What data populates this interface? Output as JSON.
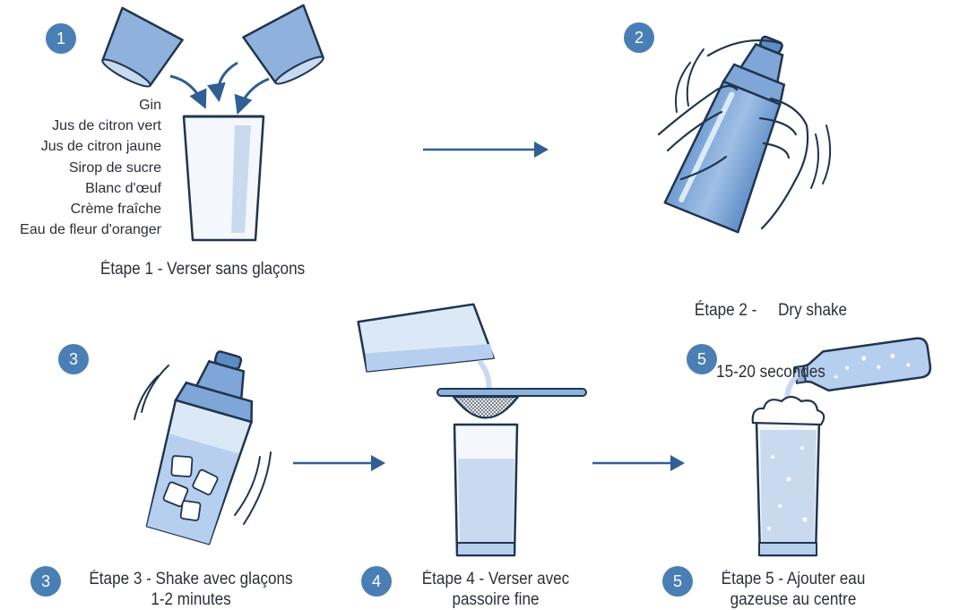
{
  "steps": [
    {
      "number": "1",
      "label": "Étape 1 - Verser sans glaçons"
    },
    {
      "number": "2",
      "label_line1": "Étape 2 -     Dry shake",
      "label_line2": "15-20 secondes"
    },
    {
      "number": "3",
      "label_line1": "Étape 3 - Shake avec glaçons",
      "label_line2": "1-2 minutes"
    },
    {
      "number": "4",
      "label_line1": "Étape 4 - Verser avec",
      "label_line2": "passoire fine"
    },
    {
      "number": "5",
      "label_line1": "Étape 5 - Ajouter eau",
      "label_line2": "gazeuse au centre"
    }
  ],
  "ingredients": [
    "Gin",
    "Jus de citron vert",
    "Jus de citron jaune",
    "Sirop de sucre",
    "Blanc d'œuf",
    "Crème fraîche",
    "Eau de fleur d'oranger"
  ],
  "colors": {
    "badge": "#4a7fb5",
    "line": "#1f3550",
    "fill_light": "#c9daef",
    "fill_mid": "#8fb2dc",
    "fill_dark": "#5d8cc4"
  }
}
